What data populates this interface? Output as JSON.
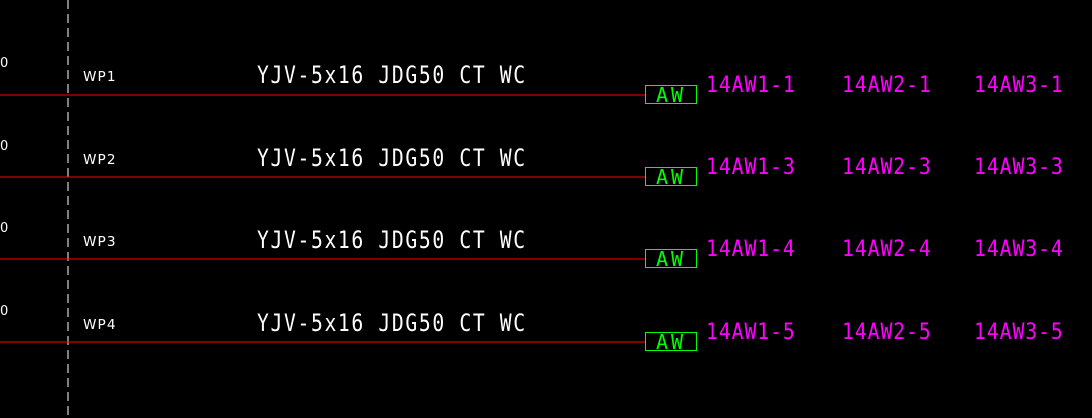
{
  "drawing": {
    "background": "#000000",
    "colors": {
      "feeder_line": "#ff0000",
      "text": "#ffffff",
      "aw_box": "#00ff00",
      "targets": "#ff00ff",
      "centerline": "#ffffff"
    },
    "edge_marks": [
      "0",
      "0",
      "0",
      "0"
    ],
    "rows": [
      {
        "circuit": "WP1",
        "cable": "YJV-5x16 JDG50  CT WC",
        "box_label": "AW",
        "targets": [
          "14AW1-1",
          "14AW2-1",
          "14AW3-1"
        ]
      },
      {
        "circuit": "WP2",
        "cable": "YJV-5x16 JDG50  CT WC",
        "box_label": "AW",
        "targets": [
          "14AW1-3",
          "14AW2-3",
          "14AW3-3"
        ]
      },
      {
        "circuit": "WP3",
        "cable": "YJV-5x16 JDG50  CT WC",
        "box_label": "AW",
        "targets": [
          "14AW1-4",
          "14AW2-4",
          "14AW3-4"
        ]
      },
      {
        "circuit": "WP4",
        "cable": "YJV-5x16 JDG50  CT WC",
        "box_label": "AW",
        "targets": [
          "14AW1-5",
          "14AW2-5",
          "14AW3-5"
        ]
      }
    ]
  }
}
